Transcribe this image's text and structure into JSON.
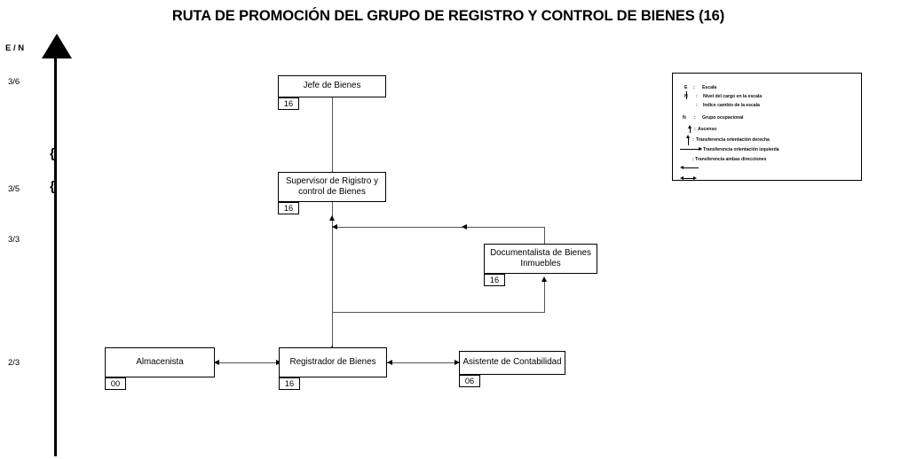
{
  "title": "RUTA DE PROMOCIÓN DEL GRUPO DE REGISTRO Y CONTROL DE BIENES (16)",
  "axis": {
    "label": "E / N",
    "ticks": [
      "3/6",
      "3/5",
      "3/3",
      "2/3"
    ]
  },
  "nodes": [
    {
      "id": "jefe",
      "label": "Jefe de Bienes",
      "code": "16"
    },
    {
      "id": "supervisor",
      "label": "Supervisor de Rigistro y control de Bienes",
      "code": "16"
    },
    {
      "id": "documentalista",
      "label": "Documentalista de Bienes Inmuebles",
      "code": "16"
    },
    {
      "id": "almacenista",
      "label": "Almacenista",
      "code": "00"
    },
    {
      "id": "registrador",
      "label": "Registrador de Bienes",
      "code": "16"
    },
    {
      "id": "asistente",
      "label": "Asistente de Contabilidad",
      "code": "06"
    }
  ],
  "legend": {
    "rows": [
      {
        "key": "E",
        "sep": ":",
        "text": "Escala"
      },
      {
        "key": "N",
        "sep": ":",
        "text": "Nivel del cargo en la escala"
      },
      {
        "key": "",
        "sep": ":",
        "text": "Indice cambio de la escala"
      },
      {
        "key": "N",
        "sep": ":",
        "text": "Grupo ocupacional"
      },
      {
        "key": "",
        "sep": ":",
        "text": "Ascenso"
      },
      {
        "key": "",
        "sep": ":",
        "text": "Transferencia orientación derecha"
      },
      {
        "key": "",
        "sep": ":",
        "text": "Transferencia orientación izquierda"
      },
      {
        "key": "",
        "sep": ":",
        "text": "Transferencia ambas direcciones"
      }
    ]
  },
  "colors": {
    "background": "#ffffff",
    "stroke": "#000000",
    "connector": "#555555"
  }
}
